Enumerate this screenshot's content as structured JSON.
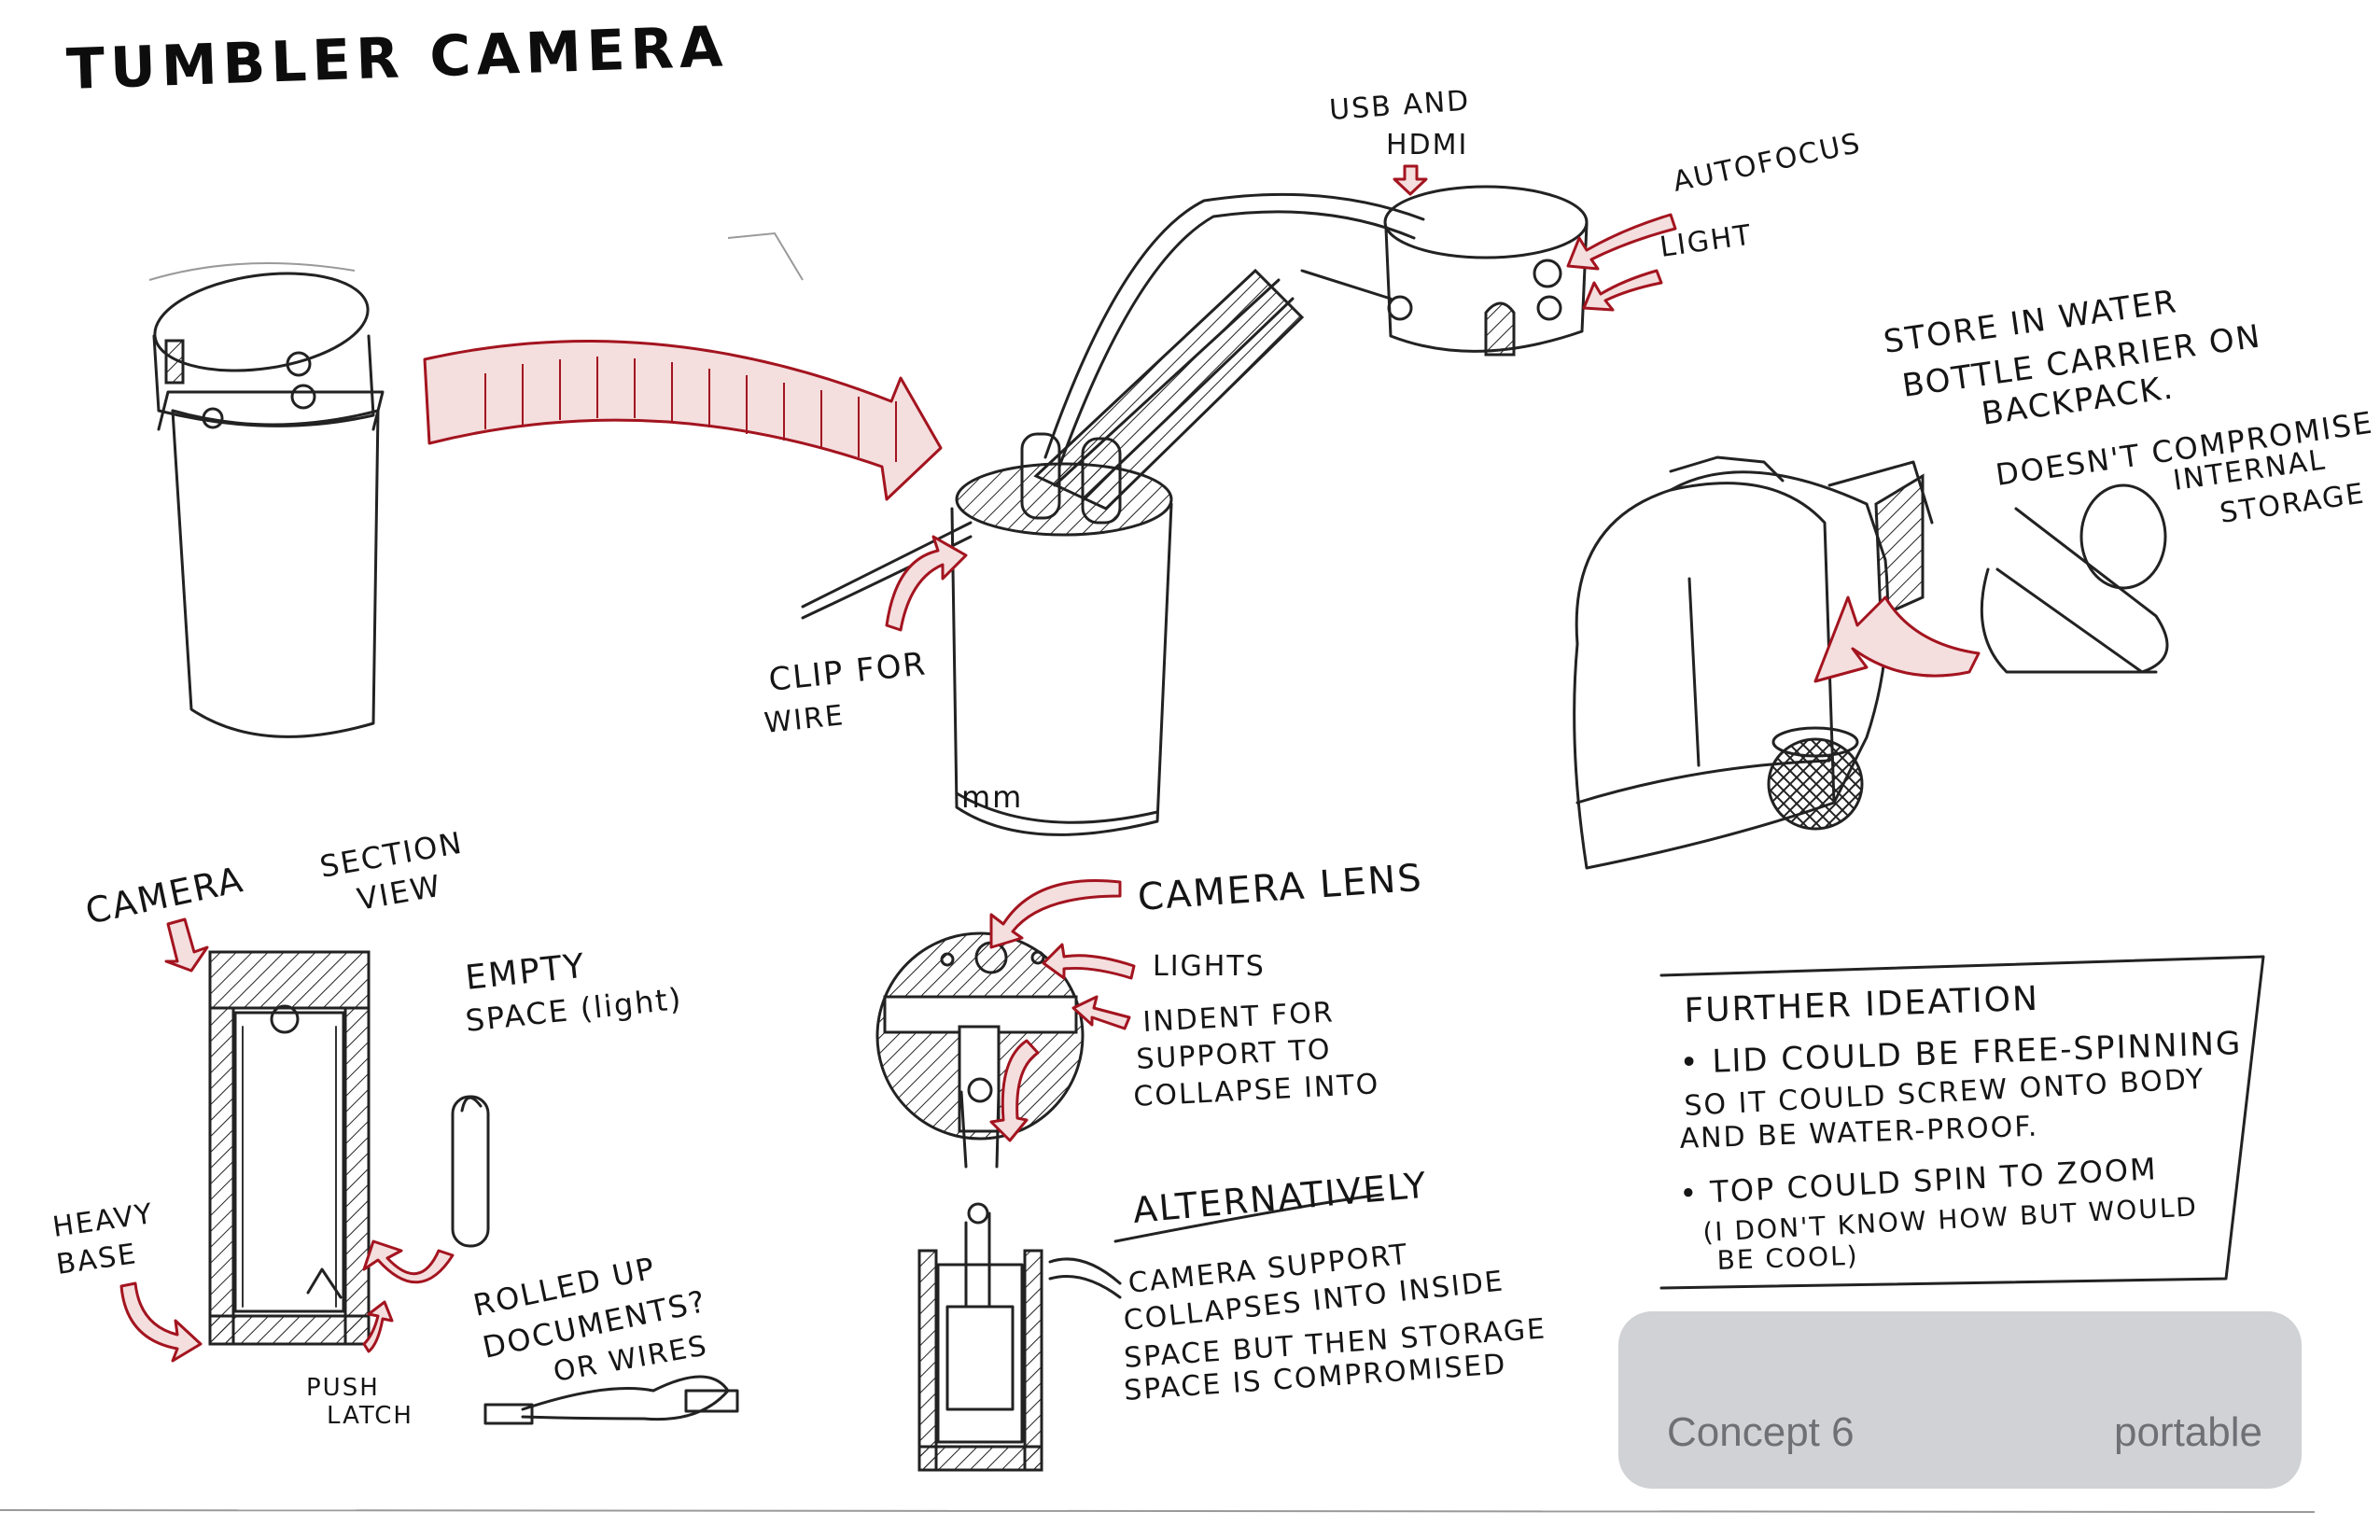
{
  "title": "TUMBLER CAMERA",
  "labels": {
    "usb_hdmi": [
      "USB AND",
      "HDMI"
    ],
    "autofocus": "AUTOFOCUS",
    "light": "LIGHT",
    "store": [
      "STORE IN WATER",
      "BOTTLE CARRIER ON",
      "BACKPACK.",
      "DOESN'T COMPROMISE",
      "INTERNAL",
      "STORAGE"
    ],
    "clip": [
      "CLIP FOR",
      "WIRE"
    ],
    "camera": "CAMERA",
    "section_view": [
      "SECTION",
      "VIEW"
    ],
    "empty_space": [
      "EMPTY",
      "SPACE (light)"
    ],
    "heavy_base": [
      "HEAVY",
      "BASE"
    ],
    "rolled": [
      "ROLLED UP",
      "DOCUMENTS?",
      "OR WIRES"
    ],
    "push_latch": [
      "PUSH",
      "LATCH"
    ],
    "camera_lens": "CAMERA LENS",
    "lights": "LIGHTS",
    "indent": [
      "INDENT FOR",
      "SUPPORT TO",
      "COLLAPSE INTO"
    ],
    "alternatively": "ALTERNATIVELY",
    "alt_text": [
      "CAMERA SUPPORT",
      "COLLAPSES INTO INSIDE",
      "SPACE BUT THEN STORAGE",
      "SPACE IS COMPROMISED"
    ]
  },
  "further_ideation": {
    "heading": "FURTHER IDEATION",
    "bullet1": [
      "• LID COULD BE FREE-SPINNING",
      "SO IT COULD SCREW ONTO BODY",
      "AND BE WATER-PROOF."
    ],
    "bullet2": [
      "• TOP COULD SPIN TO ZOOM",
      "(I DON'T KNOW HOW BUT WOULD",
      "BE COOL)"
    ]
  },
  "caption": {
    "left": "Concept 6",
    "right": "portable"
  },
  "colors": {
    "ink": "#1a1a1a",
    "accent_red": "#a3141f",
    "caption_bg": "#d1d2d5",
    "caption_text": "#6e7076"
  }
}
